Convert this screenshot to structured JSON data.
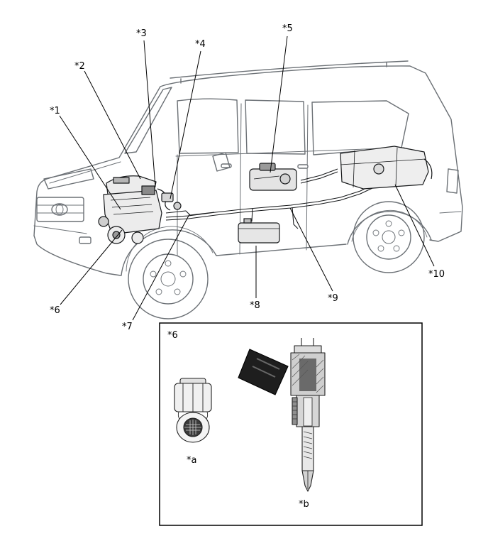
{
  "figure": {
    "type": "vehicle-component-location-diagram",
    "callouts": [
      {
        "id": "1",
        "label": "*1"
      },
      {
        "id": "2",
        "label": "*2"
      },
      {
        "id": "3",
        "label": "*3"
      },
      {
        "id": "4",
        "label": "*4"
      },
      {
        "id": "5",
        "label": "*5"
      },
      {
        "id": "6",
        "label": "*6"
      },
      {
        "id": "7",
        "label": "*7"
      },
      {
        "id": "8",
        "label": "*8"
      },
      {
        "id": "9",
        "label": "*9"
      },
      {
        "id": "10",
        "label": "*10"
      }
    ],
    "inset": {
      "title": "*6",
      "parts": [
        {
          "id": "a",
          "label": "*a"
        },
        {
          "id": "b",
          "label": "*b"
        }
      ]
    },
    "colors": {
      "body_line": "#6b7075",
      "component_line": "#17191b",
      "leader_line": "#000000",
      "background": "#ffffff"
    }
  }
}
